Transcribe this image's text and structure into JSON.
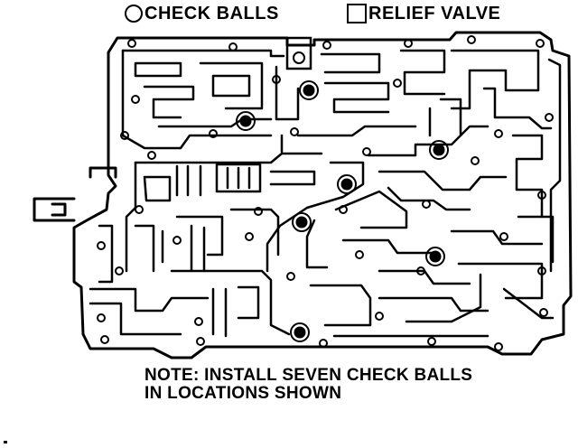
{
  "legend": {
    "check_balls_label": "CHECK BALLS",
    "relief_valve_label": "RELIEF VALVE"
  },
  "note": {
    "line1": "NOTE: INSTALL SEVEN CHECK BALLS",
    "line2": "IN LOCATIONS SHOWN"
  },
  "colors": {
    "ink": "#000000",
    "paper": "#ffffff"
  }
}
